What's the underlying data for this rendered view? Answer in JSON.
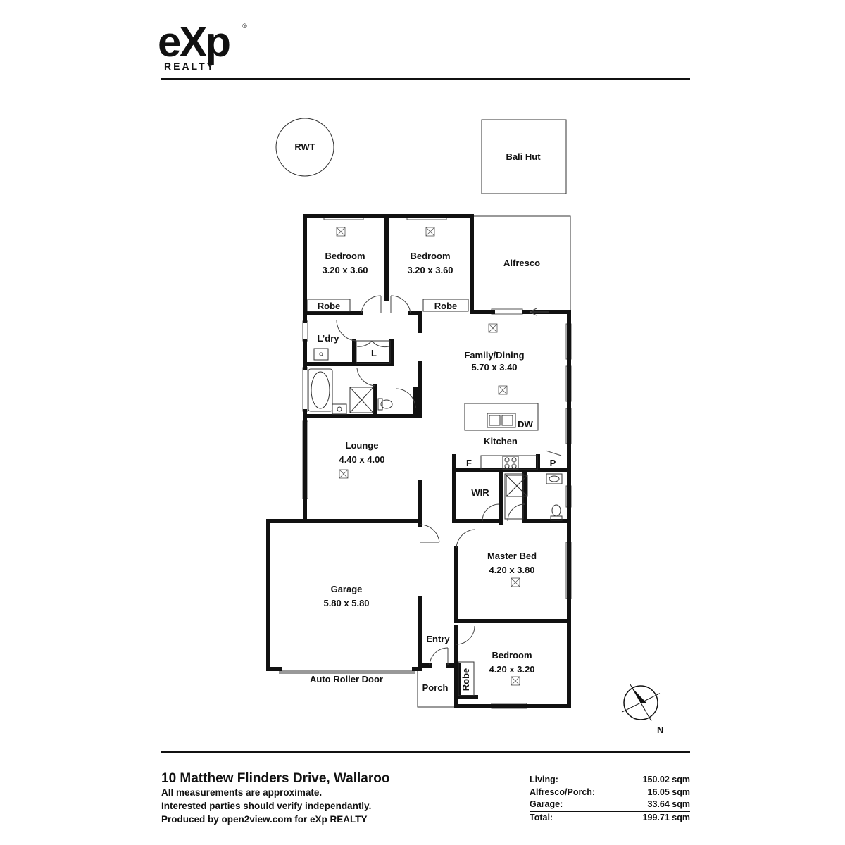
{
  "brand": {
    "logo_text": "eXp",
    "logo_subtext": "REALTY",
    "trademark": "®"
  },
  "floorplan": {
    "rooms": {
      "rwt": "RWT",
      "bali_hut": "Bali Hut",
      "bedroom_2": {
        "name": "Bedroom",
        "dims": "3.20 x 3.60"
      },
      "bedroom_3": {
        "name": "Bedroom",
        "dims": "3.20 x 3.60"
      },
      "alfresco": "Alfresco",
      "robe_1": "Robe",
      "robe_2": "Robe",
      "laundry": "L’dry",
      "linen": "L",
      "family_dining": {
        "name": "Family/Dining",
        "dims": "5.70 x 3.40"
      },
      "dishwasher": "DW",
      "kitchen": "Kitchen",
      "fridge": "F",
      "pantry": "P",
      "lounge": {
        "name": "Lounge",
        "dims": "4.40 x 4.00"
      },
      "wir": "WIR",
      "master_bed": {
        "name": "Master Bed",
        "dims": "4.20 x 3.80"
      },
      "garage": {
        "name": "Garage",
        "dims": "5.80 x 5.80"
      },
      "entry": "Entry",
      "bedroom_4": {
        "name": "Bedroom",
        "dims": "4.20 x 3.20"
      },
      "robe_3": "Robe",
      "porch": "Porch",
      "auto_roller_door": "Auto Roller Door"
    },
    "compass_label": "N"
  },
  "footer": {
    "address": "10 Matthew Flinders Drive, Wallaroo",
    "disclaimer_1": "All measurements are approximate.",
    "disclaimer_2": "Interested parties should verify independantly.",
    "credit": "Produced by open2view.com for eXp REALTY",
    "areas": [
      {
        "label": "Living:",
        "value": "150.02 sqm"
      },
      {
        "label": "Alfresco/Porch:",
        "value": "16.05 sqm"
      },
      {
        "label": "Garage:",
        "value": "33.64 sqm"
      },
      {
        "label": "Total:",
        "value": "199.71 sqm"
      }
    ]
  }
}
